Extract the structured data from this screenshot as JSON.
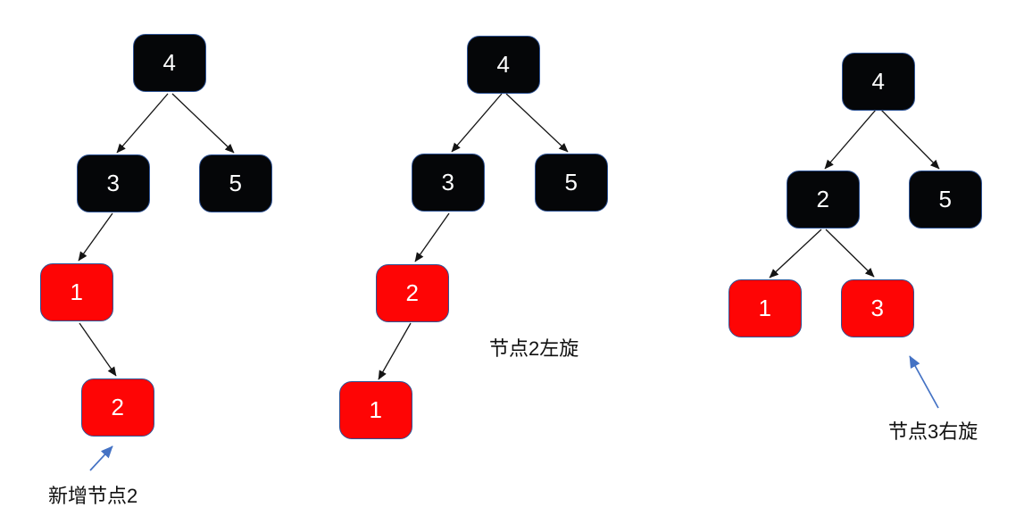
{
  "colors": {
    "background": "#ffffff",
    "black_node_fill": "#050608",
    "red_node_fill": "#fe0505",
    "node_border": "#2e5395",
    "edge": "#141414",
    "annotation_arrow": "#4472c4",
    "annotation_text": "#111111",
    "node_text": "#ffffff"
  },
  "trees": [
    {
      "id": "step-1",
      "nodes": [
        {
          "label": "4",
          "color": "black"
        },
        {
          "label": "3",
          "color": "black"
        },
        {
          "label": "5",
          "color": "black"
        },
        {
          "label": "1",
          "color": "red"
        },
        {
          "label": "2",
          "color": "red"
        }
      ],
      "edges": [
        [
          "4",
          "3"
        ],
        [
          "4",
          "5"
        ],
        [
          "3",
          "1"
        ],
        [
          "1",
          "2"
        ]
      ]
    },
    {
      "id": "step-2",
      "nodes": [
        {
          "label": "4",
          "color": "black"
        },
        {
          "label": "3",
          "color": "black"
        },
        {
          "label": "5",
          "color": "black"
        },
        {
          "label": "2",
          "color": "red"
        },
        {
          "label": "1",
          "color": "red"
        }
      ],
      "edges": [
        [
          "4",
          "3"
        ],
        [
          "4",
          "5"
        ],
        [
          "3",
          "2"
        ],
        [
          "2",
          "1"
        ]
      ]
    },
    {
      "id": "step-3",
      "nodes": [
        {
          "label": "4",
          "color": "black"
        },
        {
          "label": "2",
          "color": "black"
        },
        {
          "label": "5",
          "color": "black"
        },
        {
          "label": "1",
          "color": "red"
        },
        {
          "label": "3",
          "color": "red"
        }
      ],
      "edges": [
        [
          "4",
          "2"
        ],
        [
          "4",
          "5"
        ],
        [
          "2",
          "1"
        ],
        [
          "2",
          "3"
        ]
      ]
    }
  ],
  "annotations": [
    {
      "text": "新增节点2"
    },
    {
      "text": "节点2左旋"
    },
    {
      "text": "节点3右旋"
    }
  ]
}
